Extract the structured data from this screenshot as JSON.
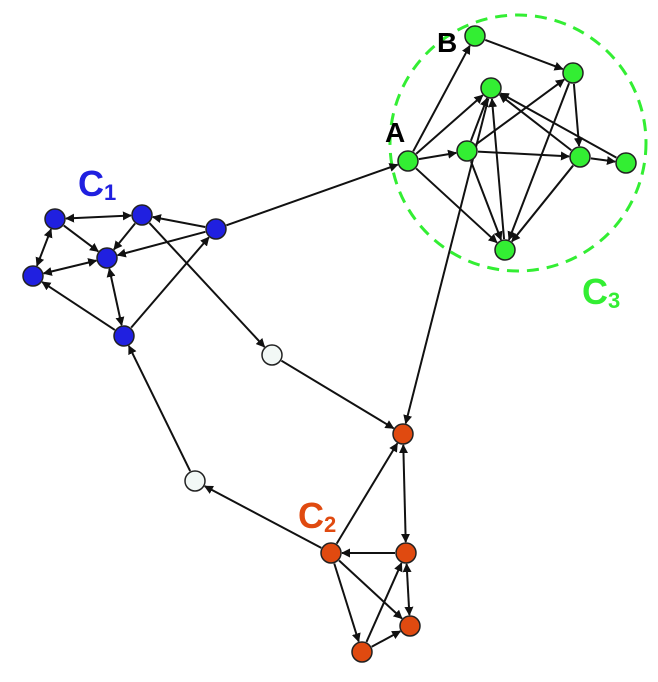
{
  "colors": {
    "c1": "#2020e0",
    "c2": "#e04a10",
    "c3": "#33ee33",
    "neutral": "#f2f8f6",
    "edge": "#111111",
    "label_dark": "#000000"
  },
  "labels": {
    "c1_main": "C",
    "c1_sub": "1",
    "c2_main": "C",
    "c2_sub": "2",
    "c3_main": "C",
    "c3_sub": "3",
    "node_a": "A",
    "node_b": "B"
  },
  "nodes": [
    {
      "id": "b1",
      "group": "c1"
    },
    {
      "id": "b2",
      "group": "c1"
    },
    {
      "id": "b3",
      "group": "c1"
    },
    {
      "id": "b4",
      "group": "c1"
    },
    {
      "id": "b5",
      "group": "c1"
    },
    {
      "id": "b6",
      "group": "c1"
    },
    {
      "id": "w1",
      "group": "neutral"
    },
    {
      "id": "w2",
      "group": "neutral"
    },
    {
      "id": "A",
      "group": "c3"
    },
    {
      "id": "B",
      "group": "c3"
    },
    {
      "id": "g3",
      "group": "c3"
    },
    {
      "id": "g4",
      "group": "c3"
    },
    {
      "id": "g5",
      "group": "c3"
    },
    {
      "id": "g6",
      "group": "c3"
    },
    {
      "id": "g7",
      "group": "c3"
    },
    {
      "id": "g8",
      "group": "c3"
    },
    {
      "id": "o1",
      "group": "c2"
    },
    {
      "id": "o2",
      "group": "c2"
    },
    {
      "id": "o3",
      "group": "c2"
    },
    {
      "id": "o4",
      "group": "c2"
    },
    {
      "id": "o5",
      "group": "c2"
    }
  ],
  "edges": [
    {
      "from": "b1",
      "to": "b2",
      "bidirectional": true
    },
    {
      "from": "b1",
      "to": "b3",
      "bidirectional": true
    },
    {
      "from": "b1",
      "to": "b4",
      "bidirectional": false
    },
    {
      "from": "b3",
      "to": "b4",
      "bidirectional": true
    },
    {
      "from": "b2",
      "to": "b4",
      "bidirectional": false
    },
    {
      "from": "b4",
      "to": "b5",
      "bidirectional": true
    },
    {
      "from": "b5",
      "to": "b3",
      "bidirectional": false
    },
    {
      "from": "b6",
      "to": "b2",
      "bidirectional": false
    },
    {
      "from": "b6",
      "to": "b4",
      "bidirectional": false
    },
    {
      "from": "b5",
      "to": "b6",
      "bidirectional": false
    },
    {
      "from": "b6",
      "to": "A",
      "bidirectional": false
    },
    {
      "from": "b2",
      "to": "w1",
      "bidirectional": false
    },
    {
      "from": "w1",
      "to": "o1",
      "bidirectional": false
    },
    {
      "from": "A",
      "to": "B",
      "bidirectional": false
    },
    {
      "from": "A",
      "to": "g3",
      "bidirectional": false
    },
    {
      "from": "A",
      "to": "g4",
      "bidirectional": false
    },
    {
      "from": "A",
      "to": "g8",
      "bidirectional": false
    },
    {
      "from": "B",
      "to": "g5",
      "bidirectional": false
    },
    {
      "from": "g5",
      "to": "g3",
      "bidirectional": false
    },
    {
      "from": "g5",
      "to": "g6",
      "bidirectional": false
    },
    {
      "from": "g4",
      "to": "g3",
      "bidirectional": false
    },
    {
      "from": "g4",
      "to": "g5",
      "bidirectional": false
    },
    {
      "from": "g4",
      "to": "g6",
      "bidirectional": false
    },
    {
      "from": "g4",
      "to": "g8",
      "bidirectional": false
    },
    {
      "from": "g3",
      "to": "g8",
      "bidirectional": false
    },
    {
      "from": "g6",
      "to": "g3",
      "bidirectional": false
    },
    {
      "from": "g6",
      "to": "g7",
      "bidirectional": false
    },
    {
      "from": "g6",
      "to": "g8",
      "bidirectional": false
    },
    {
      "from": "g7",
      "to": "g8",
      "bidirectional": false
    },
    {
      "from": "g8",
      "to": "o1",
      "bidirectional": false
    },
    {
      "from": "o3",
      "to": "o1",
      "bidirectional": false
    },
    {
      "from": "o1",
      "to": "o2",
      "bidirectional": true
    },
    {
      "from": "o2",
      "to": "o3",
      "bidirectional": false
    },
    {
      "from": "o3",
      "to": "o4",
      "bidirectional": false
    },
    {
      "from": "o3",
      "to": "o5",
      "bidirectional": false
    },
    {
      "from": "o2",
      "to": "o5",
      "bidirectional": true
    },
    {
      "from": "o4",
      "to": "o2",
      "bidirectional": false
    },
    {
      "from": "o4",
      "to": "o5",
      "bidirectional": false
    },
    {
      "from": "o3",
      "to": "w2",
      "bidirectional": false
    },
    {
      "from": "w2",
      "to": "b5",
      "bidirectional": false
    }
  ]
}
